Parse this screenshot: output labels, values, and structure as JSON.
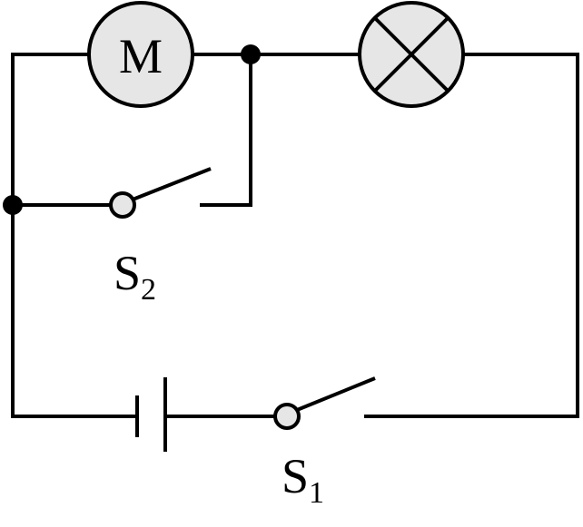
{
  "diagram": {
    "motor": {
      "symbol": "M"
    },
    "switches": [
      {
        "label": "S",
        "subscript": "2"
      },
      {
        "label": "S",
        "subscript": "1"
      }
    ],
    "colors": {
      "wire": "#000000",
      "component_fill": "#e6e6e6",
      "background": "#ffffff"
    }
  }
}
